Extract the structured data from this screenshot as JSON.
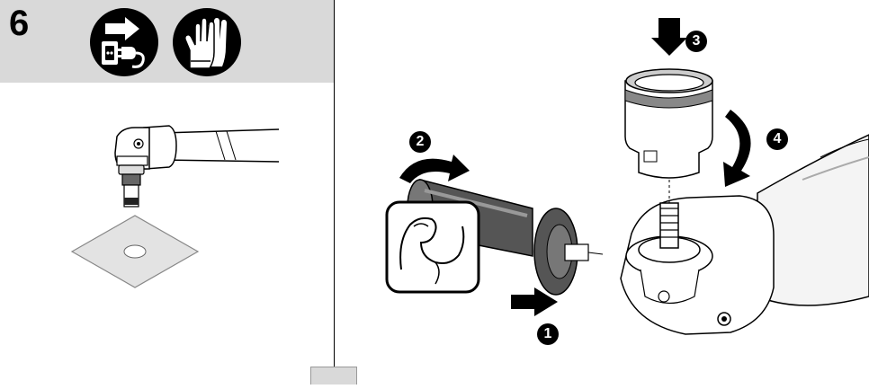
{
  "step": {
    "number": "6"
  },
  "icons": {
    "unplug": "unplug-before-work-icon",
    "gloves": "wear-protective-gloves-icon",
    "muscle": "apply-force-icon"
  },
  "steps": [
    {
      "label": "1",
      "action": "pull-out"
    },
    {
      "label": "2",
      "action": "unscrew-turn"
    },
    {
      "label": "3",
      "action": "press-down"
    },
    {
      "label": "4",
      "action": "screw-on-turn"
    }
  ],
  "colors": {
    "header_bg": "#d9d9d9",
    "ink": "#000000"
  }
}
